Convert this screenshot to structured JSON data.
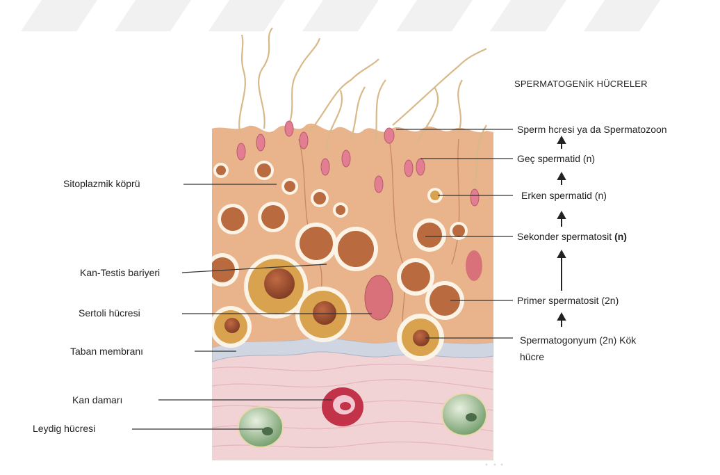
{
  "heading": "SPERMATOGENİK HÜCRELER",
  "left_labels": [
    "Sitoplazmik köprü",
    "Kan-Testis bariyeri",
    "Sertoli hücresi",
    "Taban membranı",
    "Kan damarı",
    "Leydig hücresi"
  ],
  "right_labels": {
    "sperm": "Sperm hcresi ya da Spermatozoon",
    "late_spermatid": "Geç spermatid (n)",
    "early_spermatid": "Erken spermatid (n)",
    "secondary": "Sekonder spermatosit",
    "secondary_suffix": "(n)",
    "primary": "Primer spermatosit (2n)",
    "spermatogonium_line1": "Spermatogonyum (2n) Kök",
    "spermatogonium_line2": "hücre"
  },
  "colors": {
    "tissue": "#e9b48c",
    "tissue_dark": "#c98a63",
    "cell_ring": "#fbf4e6",
    "cell_body": "#d9a24e",
    "nucleus": "#9a4a2a",
    "membrane": "#cfd6e2",
    "connective": "#f1d3d6",
    "vessel": "#c2334a",
    "leydig": "#7aa071",
    "sperm_head": "#e27d92",
    "tail": "#d8b98a",
    "line": "#333333"
  },
  "banner_icon": "decorative-stripe-banner"
}
